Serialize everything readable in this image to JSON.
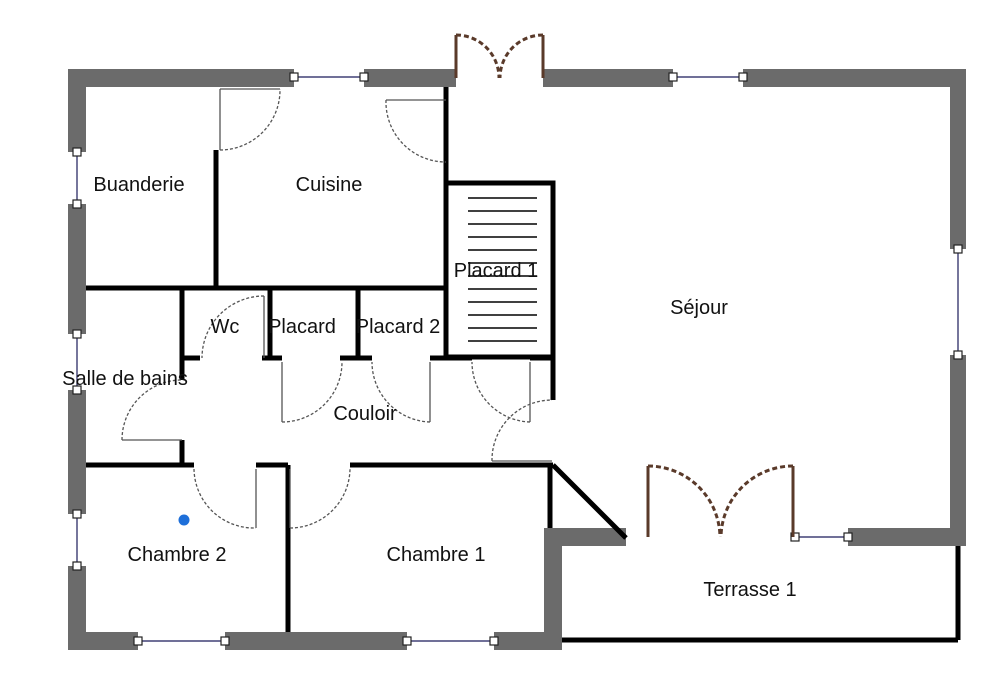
{
  "plan": {
    "rooms": {
      "buanderie": "Buanderie",
      "cuisine": "Cuisine",
      "placard1": "Placard 1",
      "sejour": "Séjour",
      "wc": "Wc",
      "placard": "Placard",
      "placard2": "Placard 2",
      "salle_de_bains": "Salle de bains",
      "couloir": "Couloir",
      "chambre2": "Chambre 2",
      "chambre1": "Chambre 1",
      "terrasse1": "Terrasse 1"
    },
    "colors": {
      "exterior_wall": "#6b6b6b",
      "interior_wall": "#000000",
      "french_door": "#5a3a2a",
      "marker": "#1e6fd9"
    }
  }
}
